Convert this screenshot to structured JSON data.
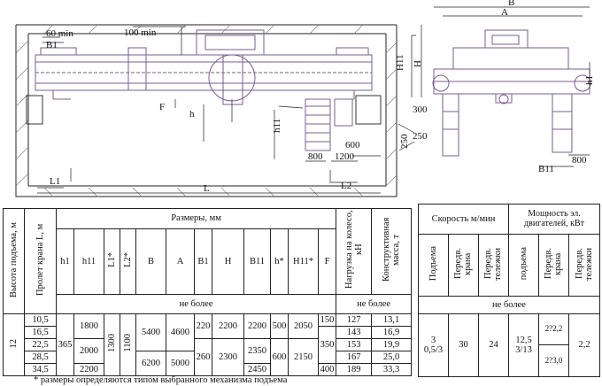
{
  "drawing": {
    "labels": {
      "sixty_min": "60 min",
      "hundred_min": "100 min",
      "b1": "B1",
      "f": "F",
      "h": "h",
      "h11": "h11",
      "h11_upper": "H11",
      "h_upper": "H",
      "h1": "h1",
      "b": "B",
      "a": "A",
      "d300": "300",
      "d250a": "250",
      "d250b": "250",
      "d600": "600",
      "d800a": "800",
      "d1200": "1200",
      "d800b": "800",
      "b11": "B11",
      "l1": "L1",
      "l": "L",
      "l2": "L2"
    }
  },
  "main_table": {
    "headers": {
      "lift_height": "Высота подъема, м",
      "span": "Пролет крана L, м",
      "dimensions": "Размеры, мм",
      "wheel_load": "Нагрузка на колесо, кН",
      "mass": "Конструктивная масса, т",
      "no_more": "не более",
      "no_more_2": "не более",
      "h1": "h1",
      "h11": "h11",
      "l1": "L1*",
      "l2": "L2*",
      "b": "B",
      "a": "A",
      "b1": "B1",
      "h_upper": "H",
      "b11": "B11",
      "h_star": "h*",
      "h11_star": "H11*",
      "f": "F"
    },
    "lift_height": "12",
    "h1": "365",
    "l1": "1300",
    "l2": "1100",
    "spans": [
      "10,5",
      "16,5",
      "22,5",
      "28,5",
      "34,5"
    ],
    "h11_values": [
      "1800",
      "2000",
      "2200"
    ],
    "b_values": [
      "5400",
      "6200"
    ],
    "a_values": [
      "4600",
      "5000"
    ],
    "b1_values": [
      "220",
      "260"
    ],
    "hupper_values": [
      "2200",
      "2300"
    ],
    "b11_values": [
      "2200",
      "2350",
      "2450"
    ],
    "hstar_values": [
      "500",
      "600"
    ],
    "h11star_values": [
      "2050",
      "2150"
    ],
    "f_values": [
      "150",
      "350",
      "400"
    ],
    "wheel_loads": [
      "127",
      "143",
      "153",
      "167",
      "189"
    ],
    "masses": [
      "13,1",
      "16,9",
      "19,9",
      "25,0",
      "33,3"
    ]
  },
  "speed_table": {
    "headers": {
      "speed": "Скорость м/мин",
      "power": "Мощность эл. двигателей, кВт",
      "lift": "Подъема",
      "crane_travel": "Передв. крана",
      "trolley_travel": "Передв. тележки",
      "lift_p": "подъема",
      "crane_travel_p": "Передв. крана",
      "trolley_travel_p": "Передв. тележки",
      "no_more": "не более"
    },
    "lift_speed": "3\n0,5/3",
    "crane_speed": "30",
    "trolley_speed": "24",
    "lift_power": "12,5\n3/13",
    "crane_power_1": "2?2,2",
    "crane_power_2": "2?3,0",
    "trolley_power": "2,2"
  },
  "footnote": "* размеры определяются типом выбранного механизма подъема"
}
